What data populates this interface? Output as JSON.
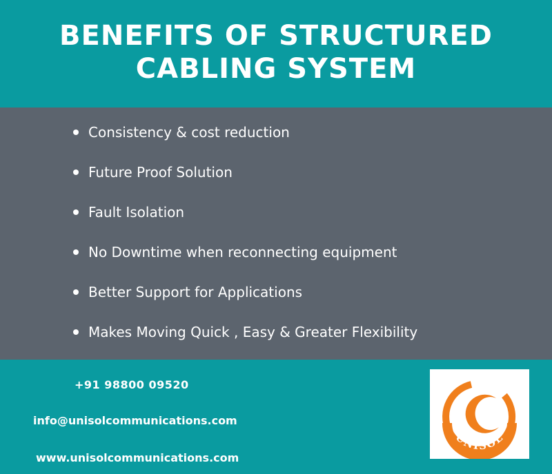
{
  "header": {
    "title_line1": "BENEFITS OF STRUCTURED",
    "title_line2": "CABLING SYSTEM"
  },
  "benefits": [
    "Consistency & cost reduction",
    "Future Proof Solution",
    "Fault Isolation",
    "No Downtime when reconnecting equipment",
    "Better Support for Applications",
    "Makes Moving Quick , Easy & Greater Flexibility"
  ],
  "contact": {
    "phone": "+91 98800 09520",
    "email": "info@unisolcommunications.com",
    "website": "www.unisolcommunications.com"
  },
  "logo": {
    "text": "UNISOL",
    "color": "#f07f1c"
  },
  "colors": {
    "teal": "#0a9ba0",
    "slate": "#5c646e",
    "white": "#ffffff"
  }
}
